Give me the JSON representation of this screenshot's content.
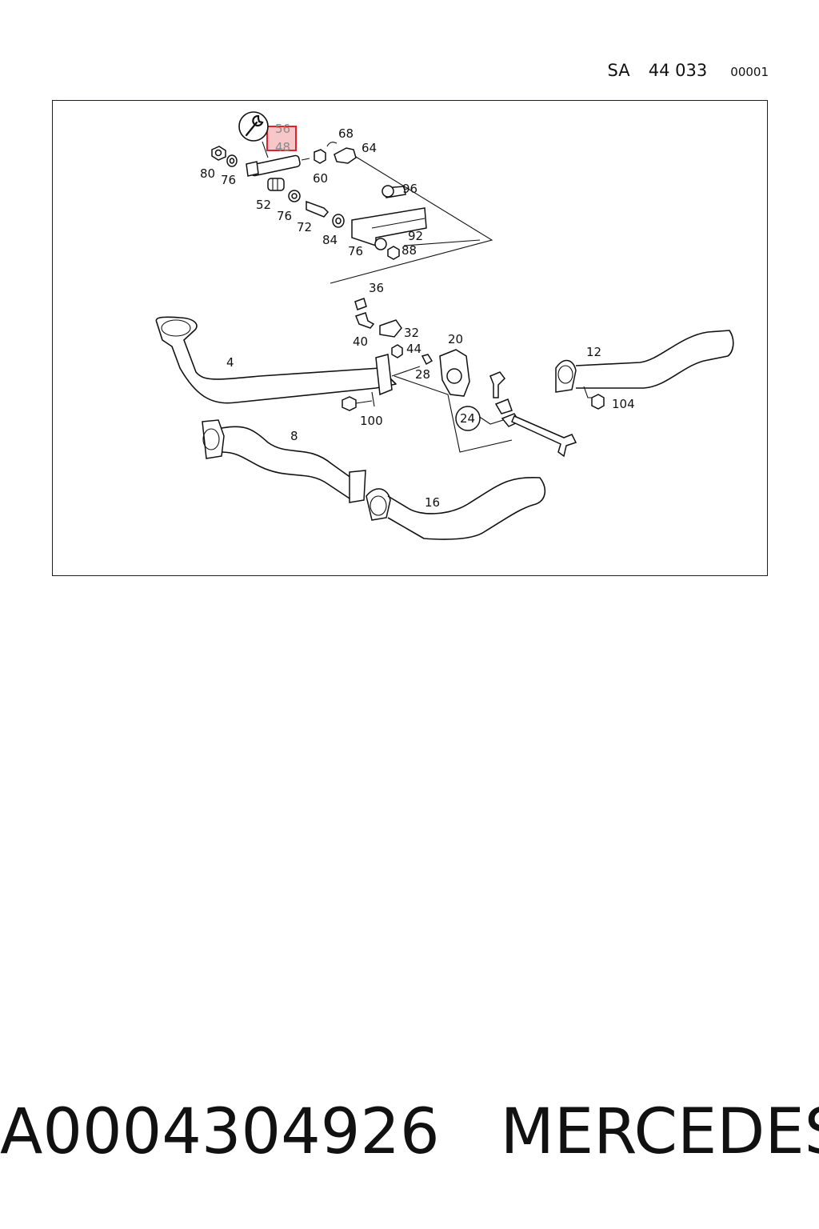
{
  "header": {
    "prefix": "SA",
    "drawing_number": "44 033",
    "sheet": "00001"
  },
  "callouts": {
    "c4": "4",
    "c8": "8",
    "c12": "12",
    "c16": "16",
    "c20": "20",
    "c24": "24",
    "c28": "28",
    "c32": "32",
    "c36": "36",
    "c40": "40",
    "c44": "44",
    "c48": "48",
    "c52": "52",
    "c56": "56",
    "c60": "60",
    "c64": "64",
    "c68": "68",
    "c72": "72",
    "c76a": "76",
    "c76b": "76",
    "c76c": "76",
    "c80": "80",
    "c84": "84",
    "c88": "88",
    "c92": "92",
    "c96": "96",
    "c100": "100",
    "c104": "104"
  },
  "highlight": {
    "callout": "48",
    "color": "#e0202a",
    "fill": "#f6c6c8"
  },
  "icons": [
    "wrench-icon"
  ],
  "footer": {
    "part_number": "A0004304926",
    "brand": "MERCEDES"
  }
}
